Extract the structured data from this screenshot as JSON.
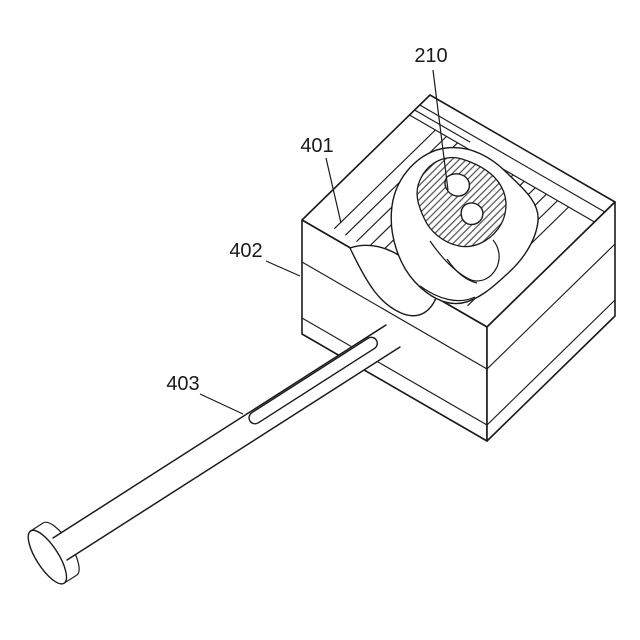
{
  "page": {
    "background": "#ffffff"
  },
  "figure": {
    "type": "patent-line-drawing",
    "stroke_color": "#1a1a1a",
    "paper_color": "#ffffff",
    "hatch_color": "#4d4d4d",
    "labels": {
      "part210": "210",
      "part401": "401",
      "part402": "402",
      "part403": "403"
    }
  }
}
